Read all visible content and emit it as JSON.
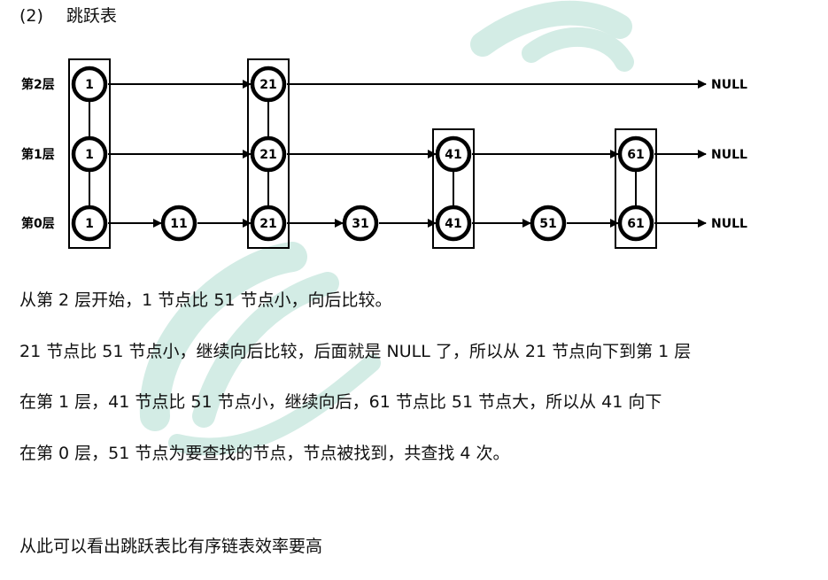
{
  "heading": {
    "number": "(2)",
    "title": "跳跃表"
  },
  "diagram": {
    "levels": [
      "第2层",
      "第1层",
      "第0层"
    ],
    "columns": [
      {
        "value": "1",
        "levels": [
          2,
          1,
          0
        ]
      },
      {
        "value": "11",
        "levels": [
          0
        ]
      },
      {
        "value": "21",
        "levels": [
          2,
          1,
          0
        ]
      },
      {
        "value": "31",
        "levels": [
          0
        ]
      },
      {
        "value": "41",
        "levels": [
          1,
          0
        ]
      },
      {
        "value": "51",
        "levels": [
          0
        ]
      },
      {
        "value": "61",
        "levels": [
          1,
          0
        ]
      }
    ],
    "null_label": "NULL"
  },
  "paragraphs": [
    "从第 2 层开始，1 节点比 51 节点小，向后比较。",
    "21 节点比 51 节点小，继续向后比较，后面就是 NULL 了，所以从 21 节点向下到第 1 层",
    "在第 1 层，41 节点比 51 节点小，继续向后，61 节点比 51 节点大，所以从 41 向下",
    "在第 0 层，51 节点为要查找的节点，节点被找到，共查找 4 次。",
    "从此可以看出跳跃表比有序链表效率要高"
  ],
  "colors": {
    "watermark": "#cde9e1",
    "node_stroke": "#000000",
    "text": "#111111"
  }
}
